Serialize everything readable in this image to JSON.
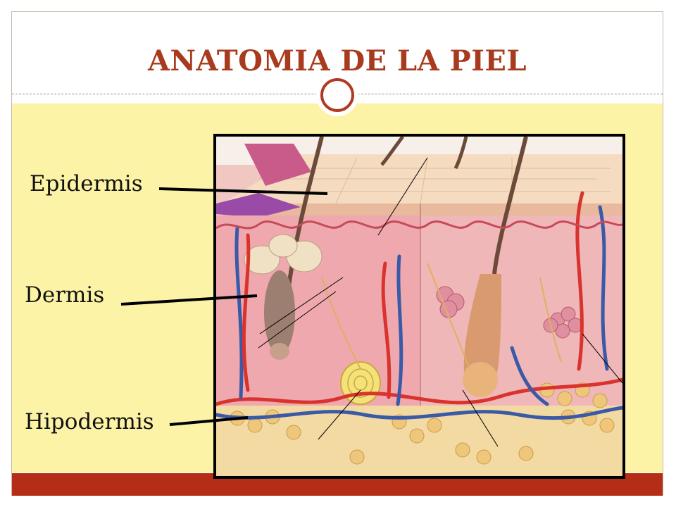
{
  "title": "ANATOMIA DE LA PIEL",
  "labels": {
    "epidermis": "Epidermis",
    "dermis": "Dermis",
    "hipodermis": "Hipodermis"
  },
  "colors": {
    "title": "#a83a1e",
    "content_background": "#fdf3a6",
    "accent_bar": "#b32d17",
    "ring": "#b23a22"
  }
}
